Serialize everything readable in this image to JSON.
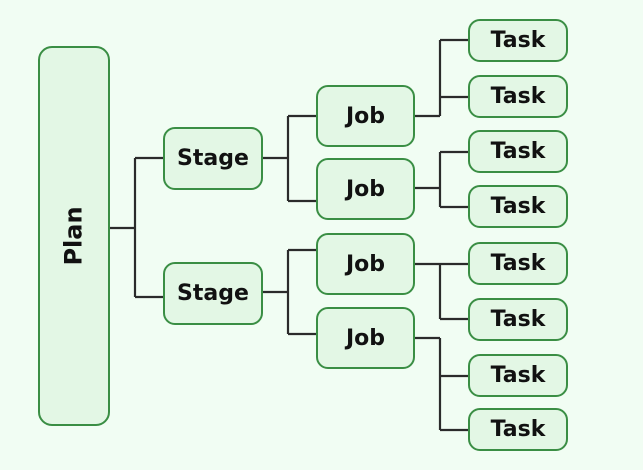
{
  "colors": {
    "background": "#f1fdf3",
    "node_fill": "#e3f7e5",
    "node_border": "#3a8e44",
    "connector": "#2b2b2b"
  },
  "plan": {
    "label": "Plan"
  },
  "stages": [
    {
      "label": "Stage"
    },
    {
      "label": "Stage"
    }
  ],
  "jobs": [
    {
      "label": "Job"
    },
    {
      "label": "Job"
    },
    {
      "label": "Job"
    },
    {
      "label": "Job"
    }
  ],
  "tasks": [
    {
      "label": "Task"
    },
    {
      "label": "Task"
    },
    {
      "label": "Task"
    },
    {
      "label": "Task"
    },
    {
      "label": "Task"
    },
    {
      "label": "Task"
    },
    {
      "label": "Task"
    },
    {
      "label": "Task"
    }
  ]
}
